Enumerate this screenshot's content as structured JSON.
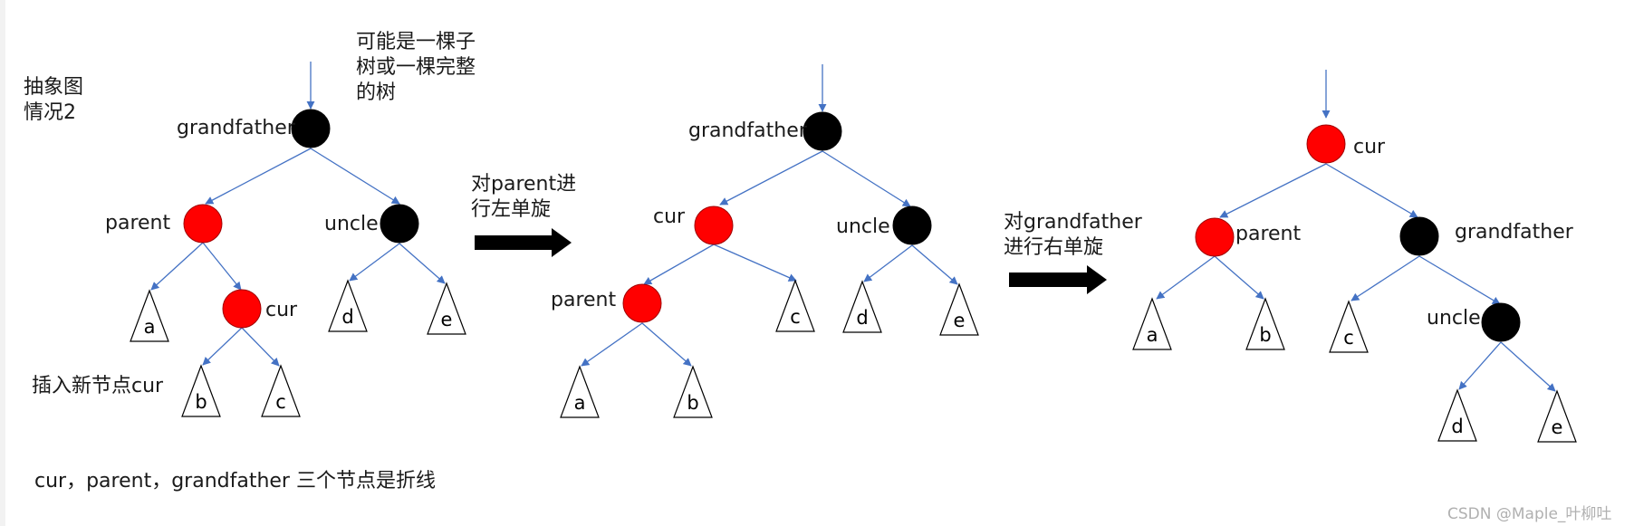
{
  "header": {
    "title_line1": "抽象图",
    "title_line2": "情况2",
    "note_line1": "可能是一棵子",
    "note_line2": "树或一棵完整",
    "note_line3": "的树"
  },
  "steps": {
    "step1_line1": "对parent进",
    "step1_line2": "行左单旋",
    "step2_line1": "对grandfather",
    "step2_line2": "进行右单旋"
  },
  "captions": {
    "insert": "插入新节点cur",
    "summary": "cur，parent，grandfather 三个节点是折线"
  },
  "trees": [
    {
      "nodes": [
        {
          "id": "gf",
          "label": "grandfather",
          "color": "black"
        },
        {
          "id": "parent",
          "label": "parent",
          "color": "red"
        },
        {
          "id": "uncle",
          "label": "uncle",
          "color": "black"
        },
        {
          "id": "cur",
          "label": "cur",
          "color": "red"
        }
      ],
      "subtrees": [
        "a",
        "b",
        "c",
        "d",
        "e"
      ]
    },
    {
      "nodes": [
        {
          "id": "gf",
          "label": "grandfather",
          "color": "black"
        },
        {
          "id": "cur",
          "label": "cur",
          "color": "red"
        },
        {
          "id": "uncle",
          "label": "uncle",
          "color": "black"
        },
        {
          "id": "parent",
          "label": "parent",
          "color": "red"
        }
      ],
      "subtrees": [
        "a",
        "b",
        "c",
        "d",
        "e"
      ]
    },
    {
      "nodes": [
        {
          "id": "cur",
          "label": "cur",
          "color": "red"
        },
        {
          "id": "parent",
          "label": "parent",
          "color": "red"
        },
        {
          "id": "gf",
          "label": "grandfather",
          "color": "black"
        },
        {
          "id": "uncle",
          "label": "uncle",
          "color": "black"
        }
      ],
      "subtrees": [
        "a",
        "b",
        "c",
        "d",
        "e"
      ]
    }
  ],
  "colors": {
    "red": "#ff0000",
    "black": "#000000",
    "edge": "#4472c4"
  },
  "watermark": "CSDN @Maple_叶柳吐"
}
